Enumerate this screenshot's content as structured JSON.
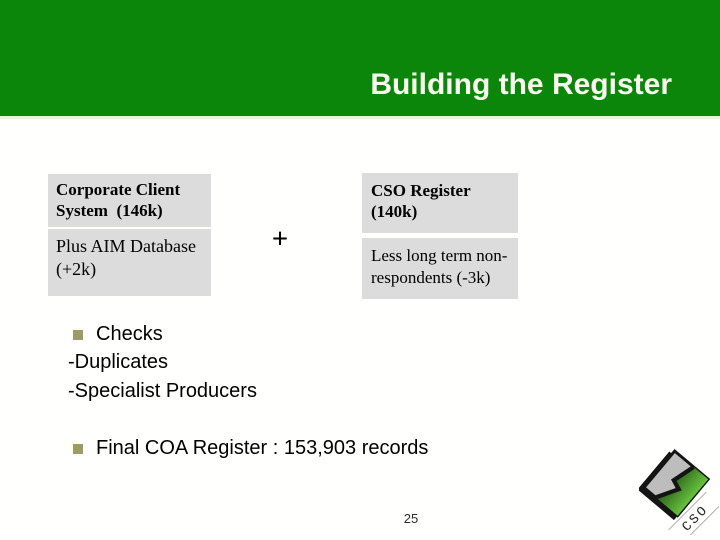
{
  "slide": {
    "title": "Building the Register",
    "page_number": "25"
  },
  "diagram": {
    "operator": "+",
    "boxes": [
      {
        "label": "Corporate Client System  (146k)"
      },
      {
        "label": "Plus AIM Database (+2k)"
      },
      {
        "label": "CSO Register (140k)"
      },
      {
        "label": "Less long term non-respondents (-3k)"
      }
    ]
  },
  "bullets": {
    "checks": {
      "label": "Checks",
      "sub": [
        "-Duplicates",
        "-Specialist Producers"
      ]
    },
    "final": {
      "label": "Final COA Register : 153,903 records"
    }
  },
  "logo": {
    "text": "CSO"
  },
  "colors": {
    "header_green": "#0B860B",
    "box_gray": "#DCDCDC",
    "bullet_olive": "#9C9C64",
    "title_text": "#FBFBF0",
    "logo_green_dark": "#2A5E17",
    "logo_green_light": "#66C23E",
    "logo_gray": "#BDBDBD"
  }
}
